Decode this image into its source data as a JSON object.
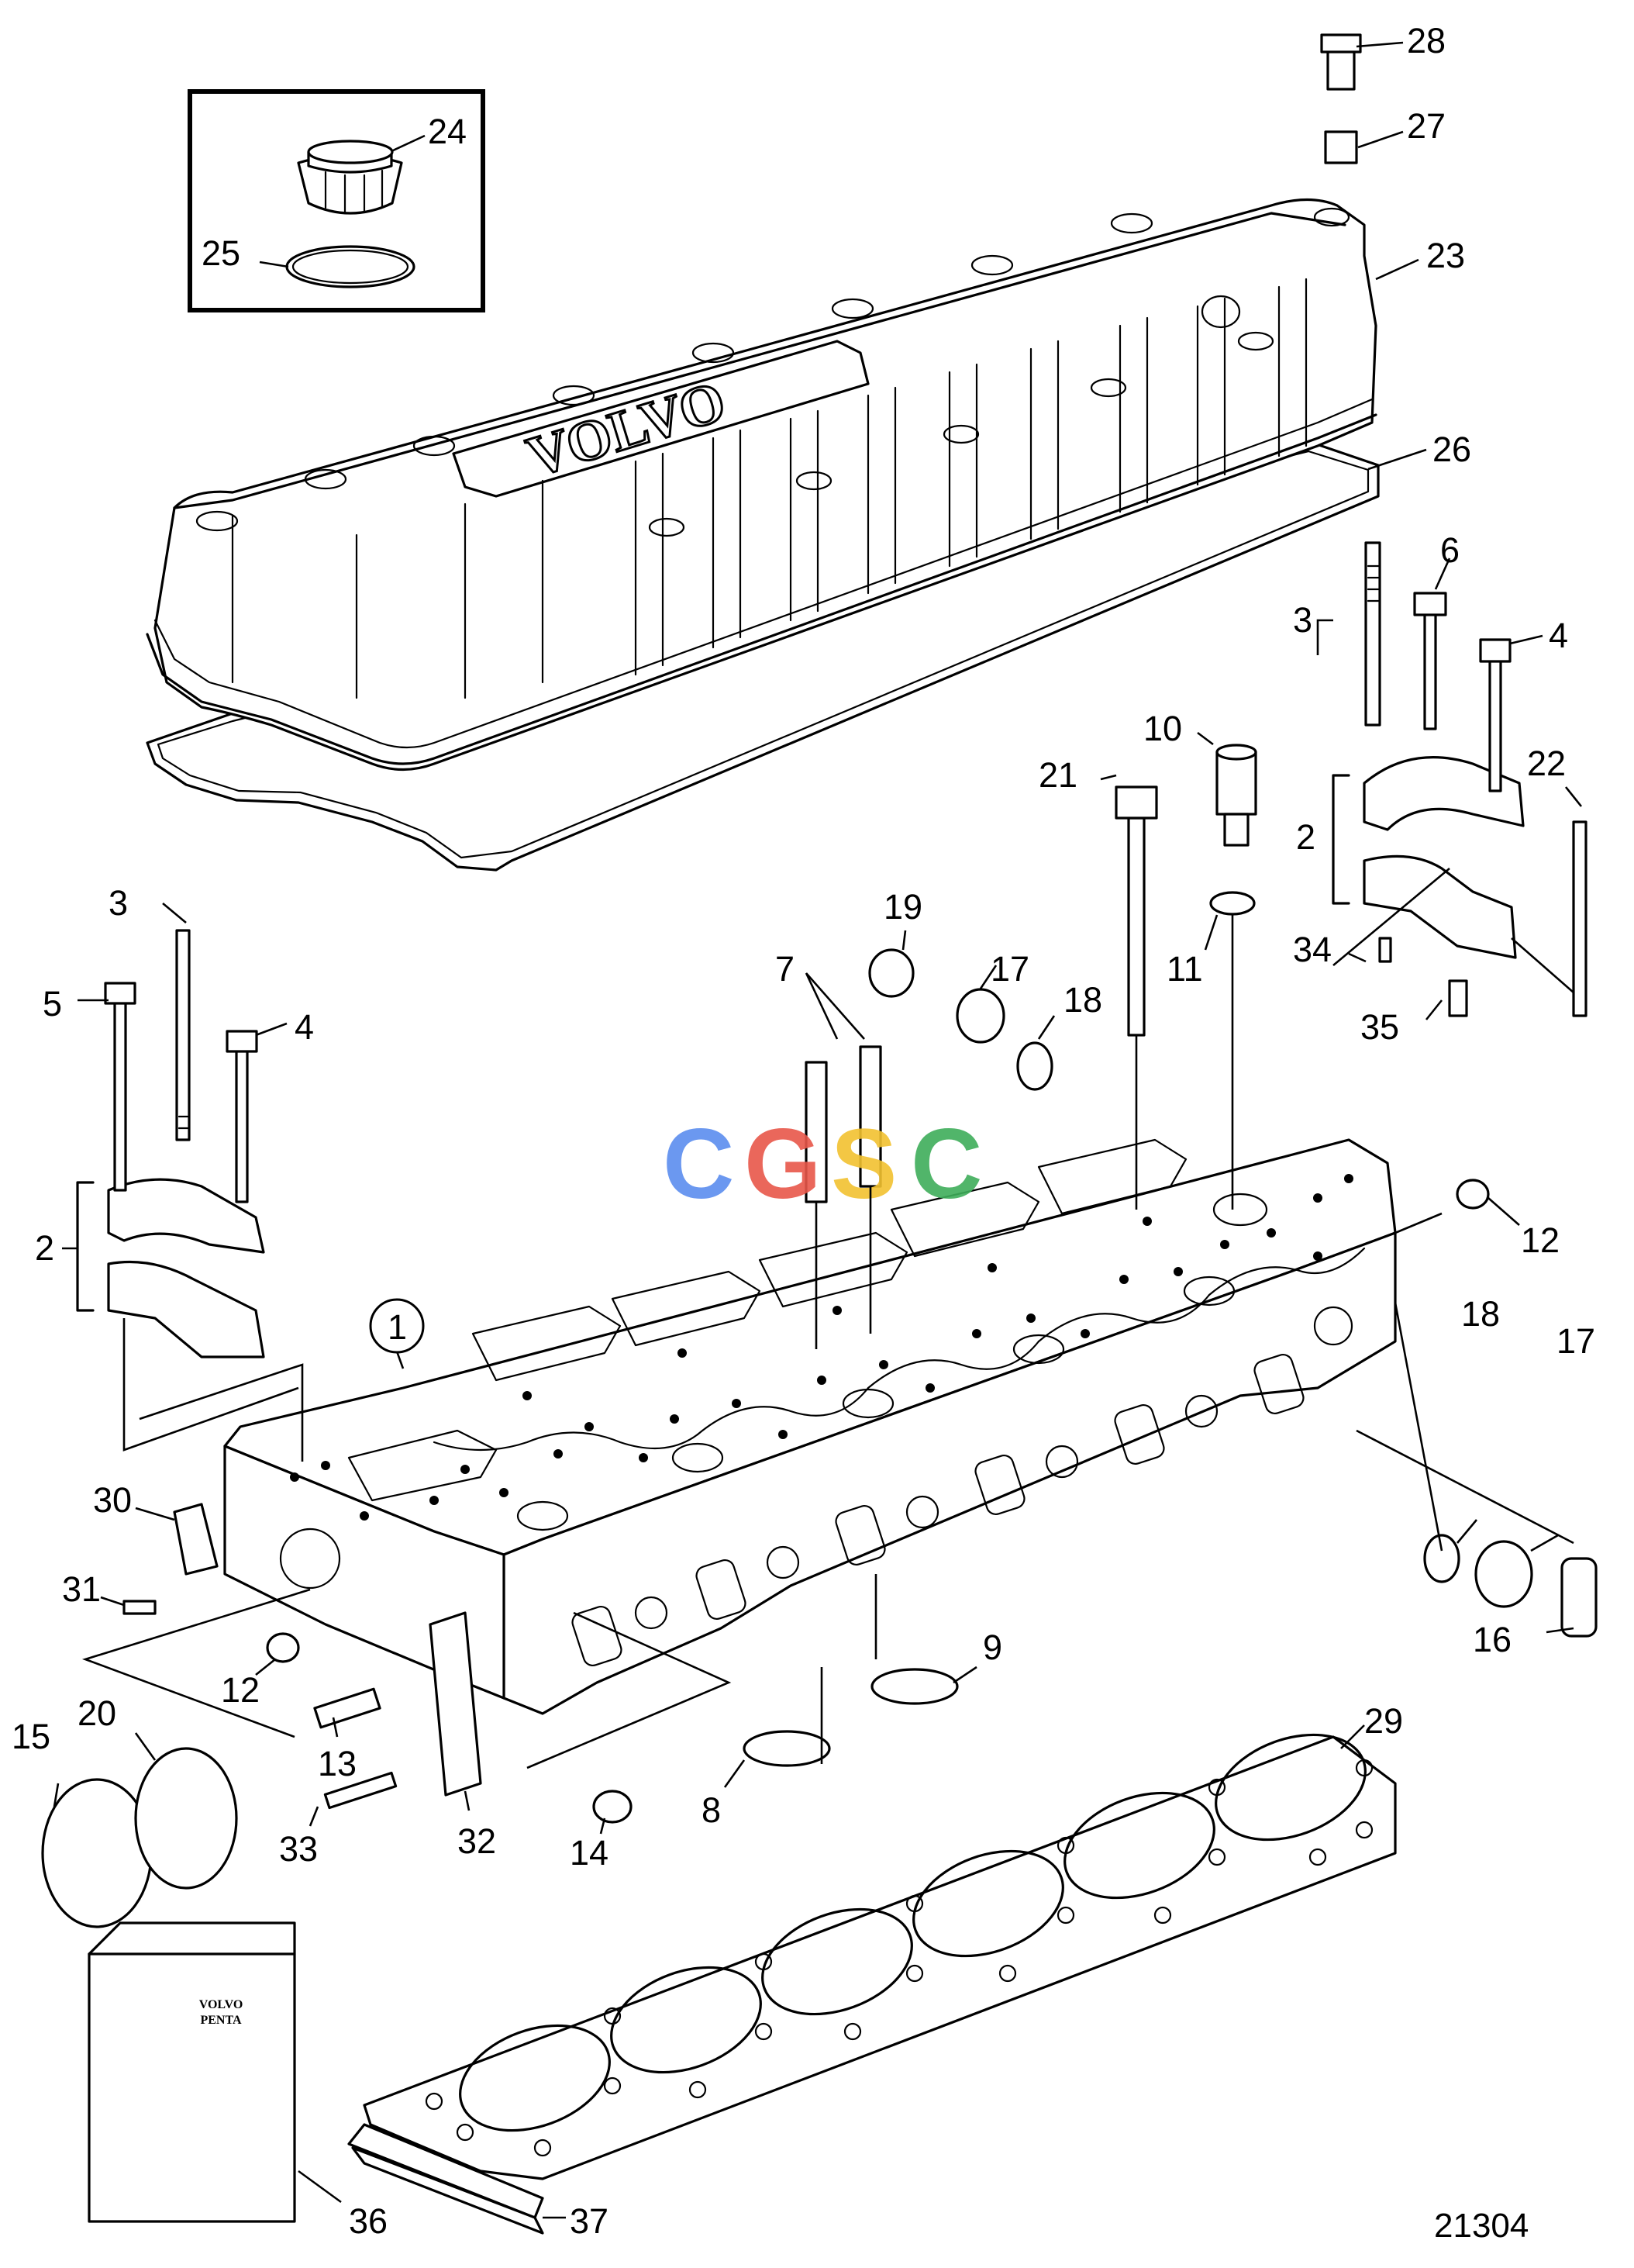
{
  "diagram": {
    "figure_number": "21304",
    "valve_cover_logo": "VOLVO",
    "package_label": [
      "VOLVO",
      "PENTA"
    ],
    "watermark": {
      "text": "CGSC",
      "colors": [
        "#5b8def",
        "#e8574a",
        "#f2c230",
        "#3fae5a"
      ]
    },
    "callouts": [
      {
        "id": "c28",
        "label": "28"
      },
      {
        "id": "c27",
        "label": "27"
      },
      {
        "id": "c24",
        "label": "24"
      },
      {
        "id": "c25",
        "label": "25"
      },
      {
        "id": "c23",
        "label": "23"
      },
      {
        "id": "c26",
        "label": "26"
      },
      {
        "id": "c3r",
        "label": "3"
      },
      {
        "id": "c6",
        "label": "6"
      },
      {
        "id": "c4r",
        "label": "4"
      },
      {
        "id": "c10",
        "label": "10"
      },
      {
        "id": "c21",
        "label": "21"
      },
      {
        "id": "c22",
        "label": "22"
      },
      {
        "id": "c2r",
        "label": "2"
      },
      {
        "id": "c11",
        "label": "11"
      },
      {
        "id": "c34",
        "label": "34"
      },
      {
        "id": "c35",
        "label": "35"
      },
      {
        "id": "c19",
        "label": "19"
      },
      {
        "id": "c7",
        "label": "7"
      },
      {
        "id": "c17a",
        "label": "17"
      },
      {
        "id": "c18a",
        "label": "18"
      },
      {
        "id": "c3l",
        "label": "3"
      },
      {
        "id": "c5",
        "label": "5"
      },
      {
        "id": "c4l",
        "label": "4"
      },
      {
        "id": "c2l",
        "label": "2"
      },
      {
        "id": "c12a",
        "label": "12"
      },
      {
        "id": "c1",
        "label": "1"
      },
      {
        "id": "c18b",
        "label": "18"
      },
      {
        "id": "c17b",
        "label": "17"
      },
      {
        "id": "c30",
        "label": "30"
      },
      {
        "id": "c31",
        "label": "31"
      },
      {
        "id": "c12b",
        "label": "12"
      },
      {
        "id": "c16",
        "label": "16"
      },
      {
        "id": "c9",
        "label": "9"
      },
      {
        "id": "c15",
        "label": "15"
      },
      {
        "id": "c20",
        "label": "20"
      },
      {
        "id": "c13",
        "label": "13"
      },
      {
        "id": "c8",
        "label": "8"
      },
      {
        "id": "c29",
        "label": "29"
      },
      {
        "id": "c33",
        "label": "33"
      },
      {
        "id": "c32",
        "label": "32"
      },
      {
        "id": "c14",
        "label": "14"
      },
      {
        "id": "c36",
        "label": "36"
      },
      {
        "id": "c37",
        "label": "37"
      }
    ]
  }
}
